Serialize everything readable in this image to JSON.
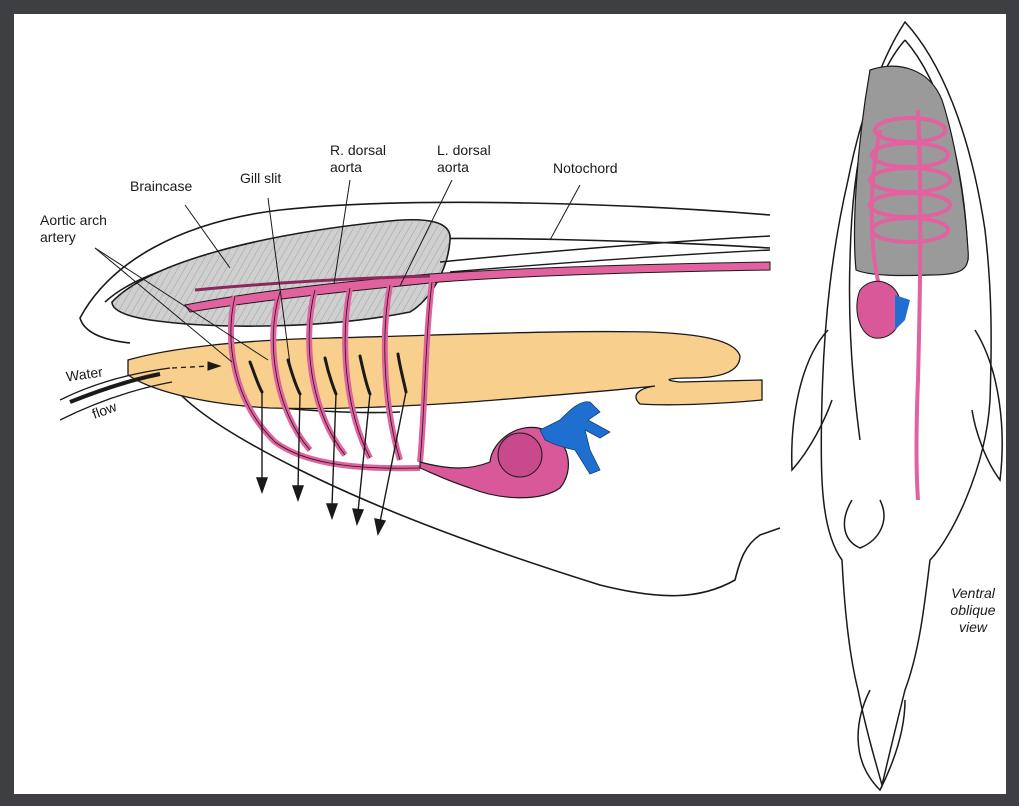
{
  "diagram": {
    "colors": {
      "frame": "#3d3f44",
      "paper": "#ffffff",
      "artery": "#e2619f",
      "vein": "#1f6fd1",
      "pharynx": "#f8cf8c",
      "braincase": "#cfcfcf",
      "outline": "#1a1a1a"
    },
    "labels": {
      "aortic_arch_artery": "Aortic arch\nartery",
      "braincase": "Braincase",
      "gill_slit": "Gill slit",
      "r_dorsal_aorta": "R. dorsal\naorta",
      "l_dorsal_aorta": "L. dorsal\naorta",
      "notochord": "Notochord",
      "water": "Water",
      "flow": "flow",
      "ventral_oblique_view": "Ventral\noblique\nview"
    }
  }
}
